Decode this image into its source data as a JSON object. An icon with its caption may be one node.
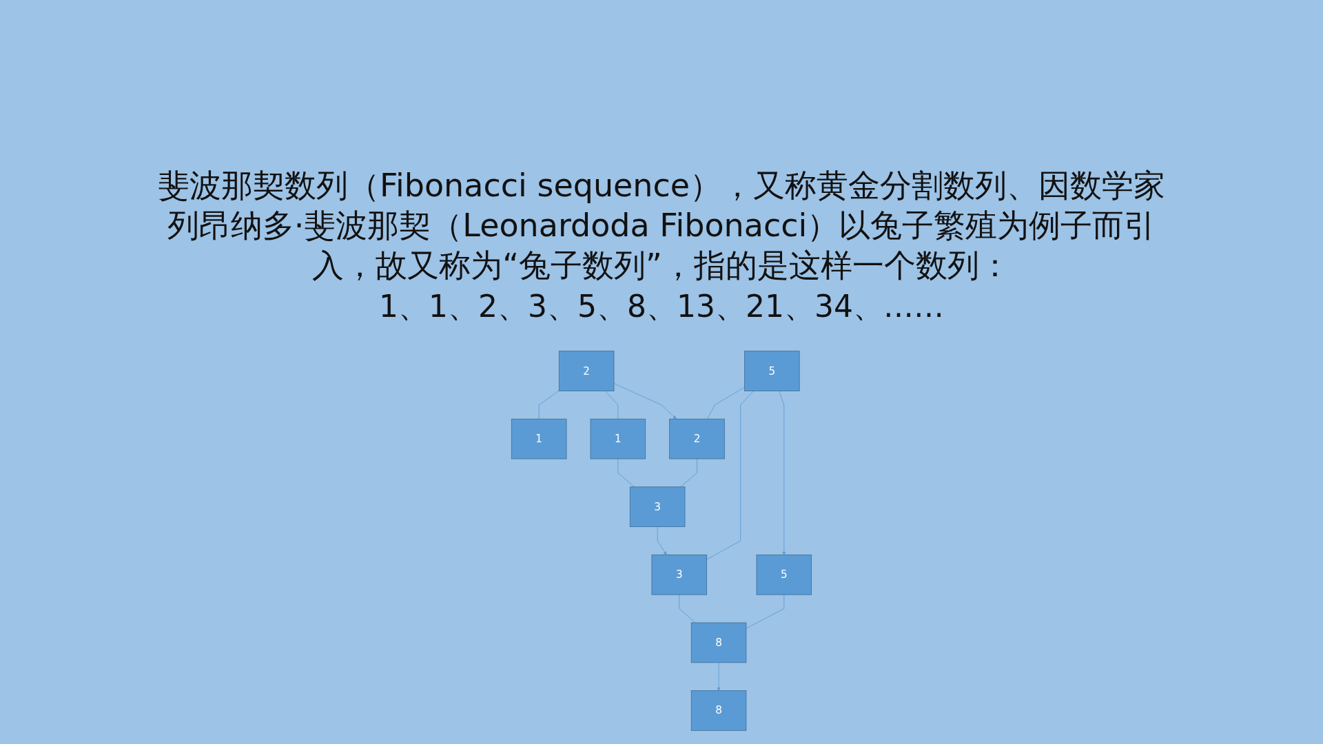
{
  "diagram": {
    "title": "斐波那契数列（Fibonacci sequence），又称黄金分割数列、因数学家列昂纳多·斐波那契（Leonardoda Fibonacci）以兔子繁殖为例子而引入，故又称为“兔子数列”，指的是这样一个数列：",
    "nodes": [
      {
        "text": [
          "2"
        ]
      },
      {
        "text": [
          "5"
        ]
      },
      {
        "text": [
          "1"
        ]
      },
      {
        "text": [
          "1"
        ]
      },
      {
        "text": [
          "2"
        ]
      },
      {
        "text": [
          "3"
        ]
      },
      {
        "text": [
          "5"
        ]
      },
      {
        "text": [
          "8"
        ]
      },
      {
        "text": [
          "3"
        ]
      },
      {
        "text": [
          "8"
        ]
      }
    ],
    "edges": [
      {
        "from": 0,
        "to": 2,
        "arrow": "none"
      },
      {
        "from": 0,
        "to": 3,
        "arrow": "none"
      },
      {
        "from": 0,
        "to": 4,
        "arrow": "to"
      },
      {
        "from": 1,
        "to": 4,
        "arrow": "none"
      },
      {
        "from": 1,
        "to": 5,
        "arrow": "none"
      },
      {
        "from": 1,
        "to": 6,
        "arrow": "to"
      },
      {
        "from": 3,
        "to": 8,
        "arrow": "none"
      },
      {
        "from": 4,
        "to": 8,
        "arrow": "none"
      },
      {
        "from": 8,
        "to": 5,
        "arrow": "to"
      },
      {
        "from": 5,
        "to": 9,
        "arrow": "none"
      },
      {
        "from": 6,
        "to": 9,
        "arrow": "none"
      },
      {
        "from": 9,
        "to": 7,
        "arrow": "to"
      }
    ],
    "labels": [
      "1、1、2、3、5、8、13、21、34、……"
    ]
  }
}
